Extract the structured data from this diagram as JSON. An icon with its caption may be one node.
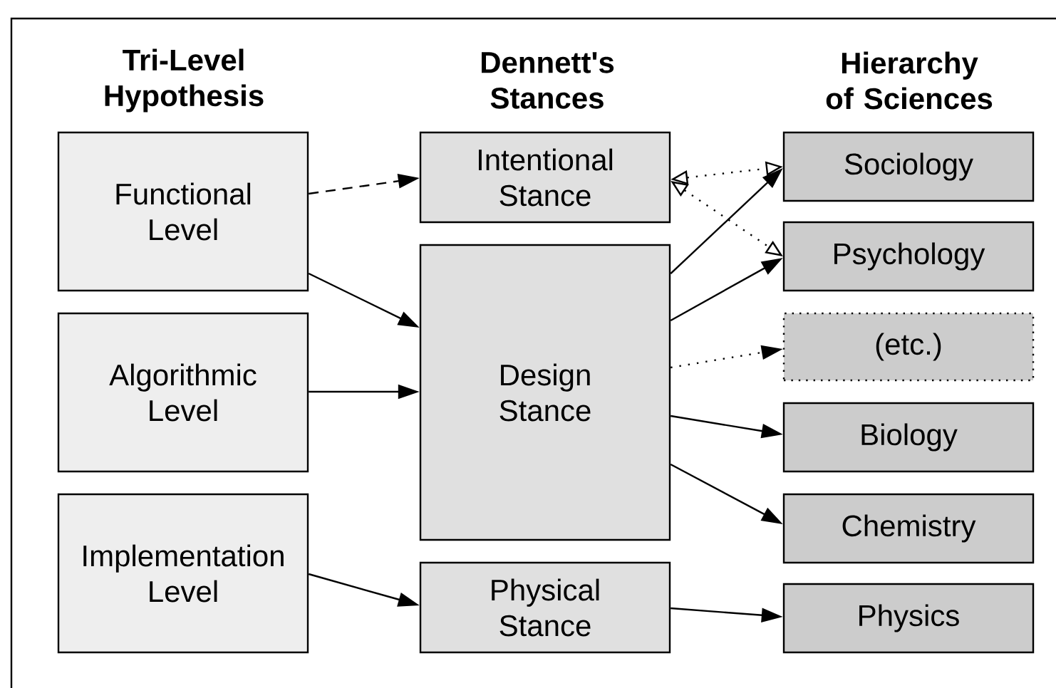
{
  "diagram": {
    "nodes": [
      {
        "text": [
          "Functional Level"
        ]
      },
      {
        "text": [
          "Algorithmic Level"
        ]
      },
      {
        "text": [
          "Implementation Level"
        ]
      },
      {
        "text": [
          "Intentional Stance"
        ]
      },
      {
        "text": [
          "Design Stance"
        ]
      },
      {
        "text": [
          "Physical Stance"
        ]
      },
      {
        "text": [
          "Sociology"
        ]
      },
      {
        "text": [
          "Psychology"
        ]
      },
      {
        "text": [
          "(etc.)"
        ]
      },
      {
        "text": [
          "Biology"
        ]
      },
      {
        "text": [
          "Chemistry"
        ]
      },
      {
        "text": [
          "Physics"
        ]
      }
    ],
    "edges": [
      {
        "from": 0,
        "to": 3,
        "arrow": "to",
        "style": "dashed"
      },
      {
        "from": 0,
        "to": 4,
        "arrow": "to"
      },
      {
        "from": 1,
        "to": 4,
        "arrow": "to"
      },
      {
        "from": 2,
        "to": 5,
        "arrow": "to"
      },
      {
        "from": 4,
        "to": 6,
        "arrow": "to"
      },
      {
        "from": 4,
        "to": 7,
        "arrow": "to"
      },
      {
        "from": 4,
        "to": 8,
        "arrow": "to",
        "style": "dashed"
      },
      {
        "from": 4,
        "to": 9,
        "arrow": "to"
      },
      {
        "from": 4,
        "to": 10,
        "arrow": "to"
      },
      {
        "from": 5,
        "to": 11,
        "arrow": "to"
      },
      {
        "from": 3,
        "to": 6,
        "arrow": "both",
        "style": "dashed"
      },
      {
        "from": 3,
        "to": 7,
        "arrow": "both",
        "style": "dashed"
      }
    ],
    "labels": [
      "Tri-Level Hypothesis",
      "Dennett's Stances",
      "Hierarchy of Sciences"
    ]
  }
}
